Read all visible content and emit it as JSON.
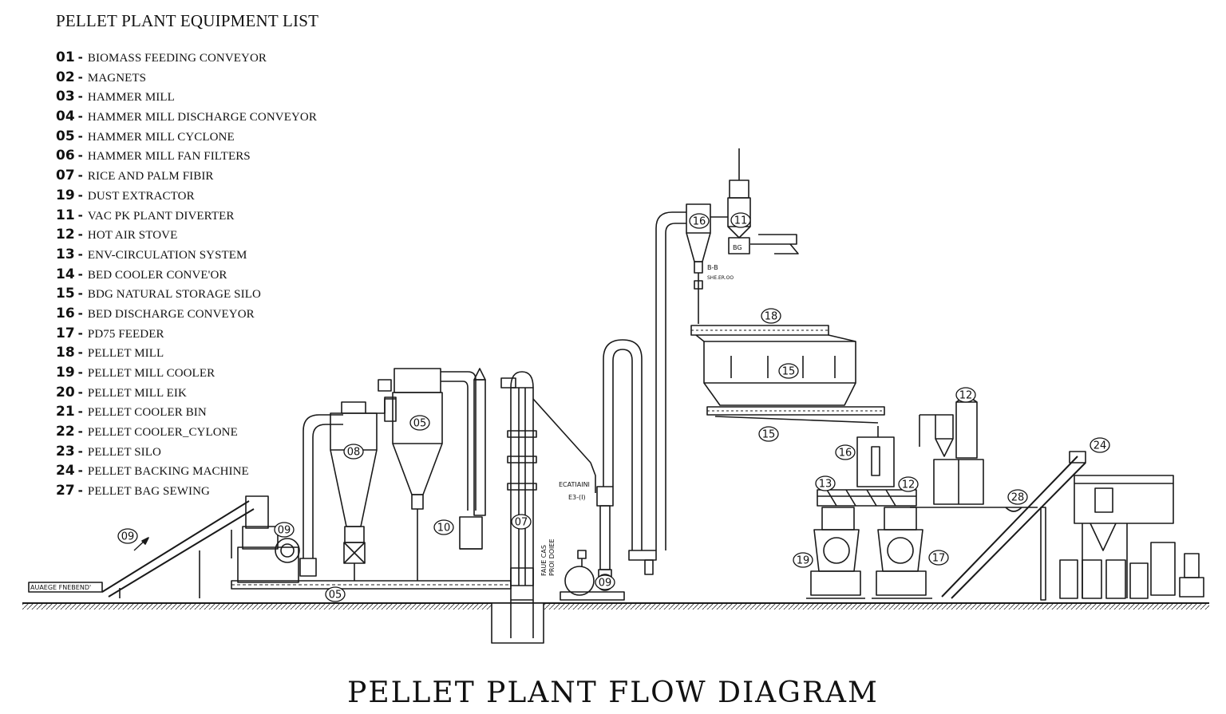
{
  "list_title": "PELLET PLANT EQUIPMENT LIST",
  "equipment": [
    {
      "num": "01",
      "name": "BIOMASS FEEDING CONVEYOR"
    },
    {
      "num": "02",
      "name": "MAGNETS"
    },
    {
      "num": "03",
      "name": "HAMMER MILL"
    },
    {
      "num": "04",
      "name": "HAMMER MILL DISCHARGE CONVEYOR"
    },
    {
      "num": "05",
      "name": "HAMMER MILL CYCLONE"
    },
    {
      "num": "06",
      "name": "HAMMER MILL FAN FILTERS"
    },
    {
      "num": "07",
      "name": "RICE AND PALM FIBIR"
    },
    {
      "num": "19",
      "name": "DUST EXTRACTOR"
    },
    {
      "num": "11",
      "name": "VAC PK PLANT DIVERTER"
    },
    {
      "num": "12",
      "name": "HOT AIR  STOVE"
    },
    {
      "num": "13",
      "name": "ENV-CIRCULATION SYSTEM"
    },
    {
      "num": "14",
      "name": "BED COOLER CONVE'OR"
    },
    {
      "num": "15",
      "name": "BDG NATURAL STORAGE SILO"
    },
    {
      "num": "16",
      "name": "BED DISCHARGE CONVEYOR"
    },
    {
      "num": "17",
      "name": "PD75 FEEDER"
    },
    {
      "num": "18",
      "name": "PELLET MILL"
    },
    {
      "num": "19",
      "name": "PELLET MILL COOLER"
    },
    {
      "num": "20",
      "name": "PELLET MILL EIK"
    },
    {
      "num": "21",
      "name": "PELLET COOLER BIN"
    },
    {
      "num": "22",
      "name": "PELLET COOLER_CYLONE"
    },
    {
      "num": "23",
      "name": "PELLET SILO"
    },
    {
      "num": "24",
      "name": "PELLET BACKING MACHINE"
    },
    {
      "num": "27",
      "name": "PELLET BAG SEWING"
    }
  ],
  "callouts": [
    "09",
    "09",
    "08",
    "05",
    "05",
    "10",
    "07",
    "09",
    "16",
    "11",
    "18",
    "15",
    "15",
    "12",
    "16",
    "13",
    "12",
    "19",
    "17",
    "28",
    "24"
  ],
  "small_labels": {
    "conveyor_base": "AUAEGE FNEBEND'",
    "valve_label": "ECATIAINI",
    "valve_sub": "E3-(I)",
    "vertical_label_a": "FAUE CAS",
    "vertical_label_b": "PROI DOIEE",
    "cyclone_tag_a": "B-B",
    "cyclone_tag_b": "SHE.ER.OO",
    "box_tag": "BG"
  },
  "diagram_title": "PELLET  PLANT  FLOW  DIAGRAM"
}
